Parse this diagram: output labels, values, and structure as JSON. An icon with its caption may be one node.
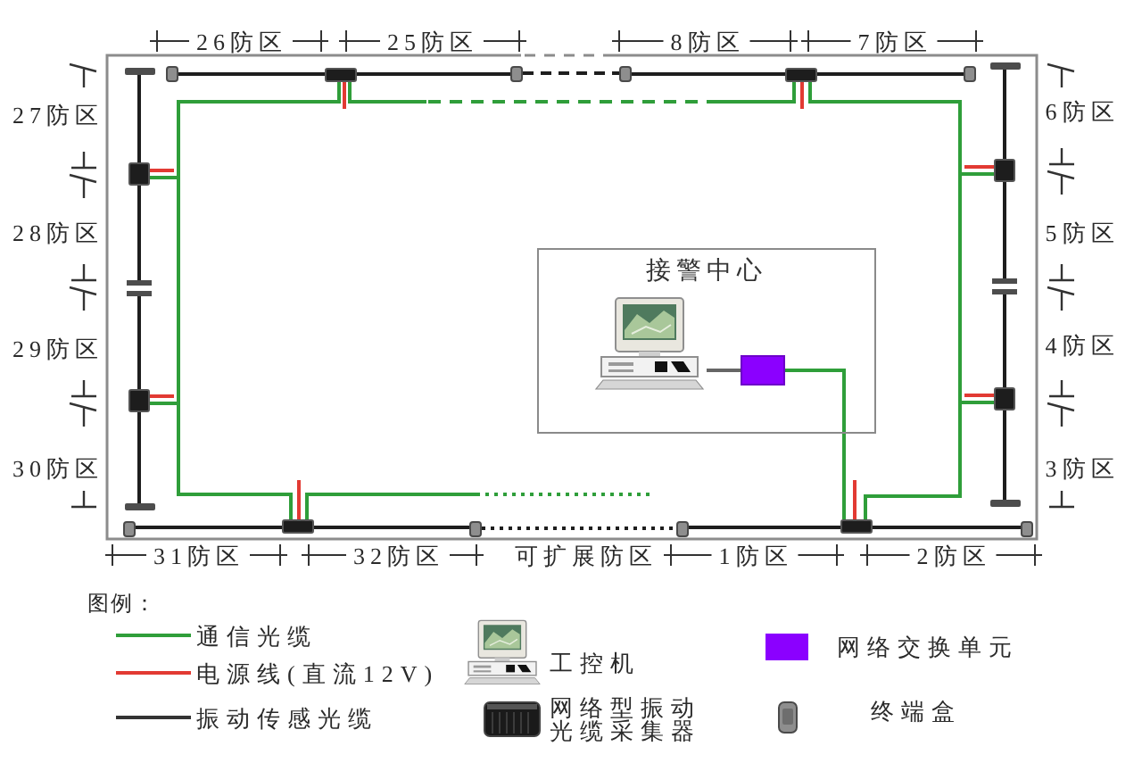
{
  "diagram": {
    "nodes": [
      {
        "text": [
          "接警中心"
        ]
      },
      {
        "text": [],
        "shape": "picture",
        "in": 0
      },
      {
        "text": [],
        "shape": "box",
        "in": 0
      },
      {
        "text": [],
        "shape": "bar"
      },
      {
        "text": [],
        "shape": "box"
      },
      {
        "text": [],
        "shape": "box"
      },
      {
        "text": [],
        "shape": "box"
      },
      {
        "text": [],
        "shape": "box"
      },
      {
        "text": [],
        "shape": "box"
      },
      {
        "text": [],
        "shape": "box"
      },
      {
        "text": [],
        "shape": "bar"
      },
      {
        "text": [],
        "shape": "box"
      },
      {
        "text": [],
        "shape": "box"
      },
      {
        "text": [],
        "shape": "bar"
      },
      {
        "text": [],
        "shape": "bar"
      },
      {
        "text": [],
        "shape": "box"
      },
      {
        "text": [],
        "shape": "box"
      },
      {
        "text": [],
        "shape": "bar"
      },
      {
        "text": [],
        "shape": "bar"
      },
      {
        "text": [],
        "shape": "box"
      },
      {
        "text": [],
        "shape": "box"
      },
      {
        "text": [],
        "shape": "box"
      },
      {
        "text": [],
        "shape": "box"
      },
      {
        "text": [],
        "shape": "box"
      },
      {
        "text": [],
        "shape": "box"
      }
    ],
    "edges": [
      {
        "from": 4,
        "to": 5,
        "arrow": "none"
      },
      {
        "from": 5,
        "to": 6,
        "arrow": "none"
      },
      {
        "from": 6,
        "to": 7,
        "arrow": "none",
        "style": "dashed"
      },
      {
        "from": 7,
        "to": 8,
        "arrow": "none"
      },
      {
        "from": 8,
        "to": 9,
        "arrow": "none"
      },
      {
        "from": 3,
        "to": 11,
        "arrow": "none"
      },
      {
        "from": 11,
        "to": 13,
        "arrow": "none"
      },
      {
        "from": 13,
        "to": 15,
        "arrow": "none"
      },
      {
        "from": 15,
        "to": 17,
        "arrow": "none"
      },
      {
        "from": 10,
        "to": 12,
        "arrow": "none"
      },
      {
        "from": 12,
        "to": 14,
        "arrow": "none"
      },
      {
        "from": 14,
        "to": 16,
        "arrow": "none"
      },
      {
        "from": 16,
        "to": 18,
        "arrow": "none"
      },
      {
        "from": 19,
        "to": 20,
        "arrow": "none"
      },
      {
        "from": 20,
        "to": 21,
        "arrow": "none"
      },
      {
        "from": 21,
        "to": 22,
        "arrow": "none",
        "style": "dashed"
      },
      {
        "from": 22,
        "to": 23,
        "arrow": "none"
      },
      {
        "from": 23,
        "to": 24,
        "arrow": "none"
      },
      {
        "from": 1,
        "to": 2,
        "arrow": "none",
        "color": "#666666"
      },
      {
        "from": 2,
        "to": 23,
        "arrow": "none",
        "color": "#2f9e3a"
      },
      {
        "from": 23,
        "to": 16,
        "arrow": "none",
        "color": "#2f9e3a"
      },
      {
        "from": 16,
        "to": 12,
        "arrow": "none",
        "color": "#2f9e3a"
      },
      {
        "from": 12,
        "to": 8,
        "arrow": "none",
        "color": "#2f9e3a"
      },
      {
        "from": 8,
        "to": 5,
        "arrow": "none",
        "style": "dashed",
        "color": "#2f9e3a"
      },
      {
        "from": 5,
        "to": 11,
        "arrow": "none",
        "color": "#2f9e3a"
      },
      {
        "from": 11,
        "to": 15,
        "arrow": "none",
        "color": "#2f9e3a"
      },
      {
        "from": 15,
        "to": 20,
        "arrow": "none",
        "color": "#2f9e3a"
      },
      {
        "from": 20,
        "to": null,
        "arrow": "none",
        "style": "dashed",
        "color": "#2f9e3a"
      }
    ],
    "labels": [
      "26防区",
      "25防区",
      "8防区",
      "7防区",
      "27防区",
      "6防区",
      "28防区",
      "5防区",
      "29防区",
      "4防区",
      "30防区",
      "3防区",
      "31防区",
      "32防区",
      "可扩展防区",
      "1防区",
      "2防区",
      "图例："
    ],
    "legend": [
      {
        "text": "通信光缆"
      },
      {
        "text": "电源线(直流12V)"
      },
      {
        "text": "振动传感光缆"
      },
      {
        "text": "工控机"
      },
      {
        "text": "网络型振动光缆采集器"
      },
      {
        "text": "网络交换单元",
        "color": "#8b00ff"
      },
      {
        "text": "终端盒"
      }
    ]
  }
}
